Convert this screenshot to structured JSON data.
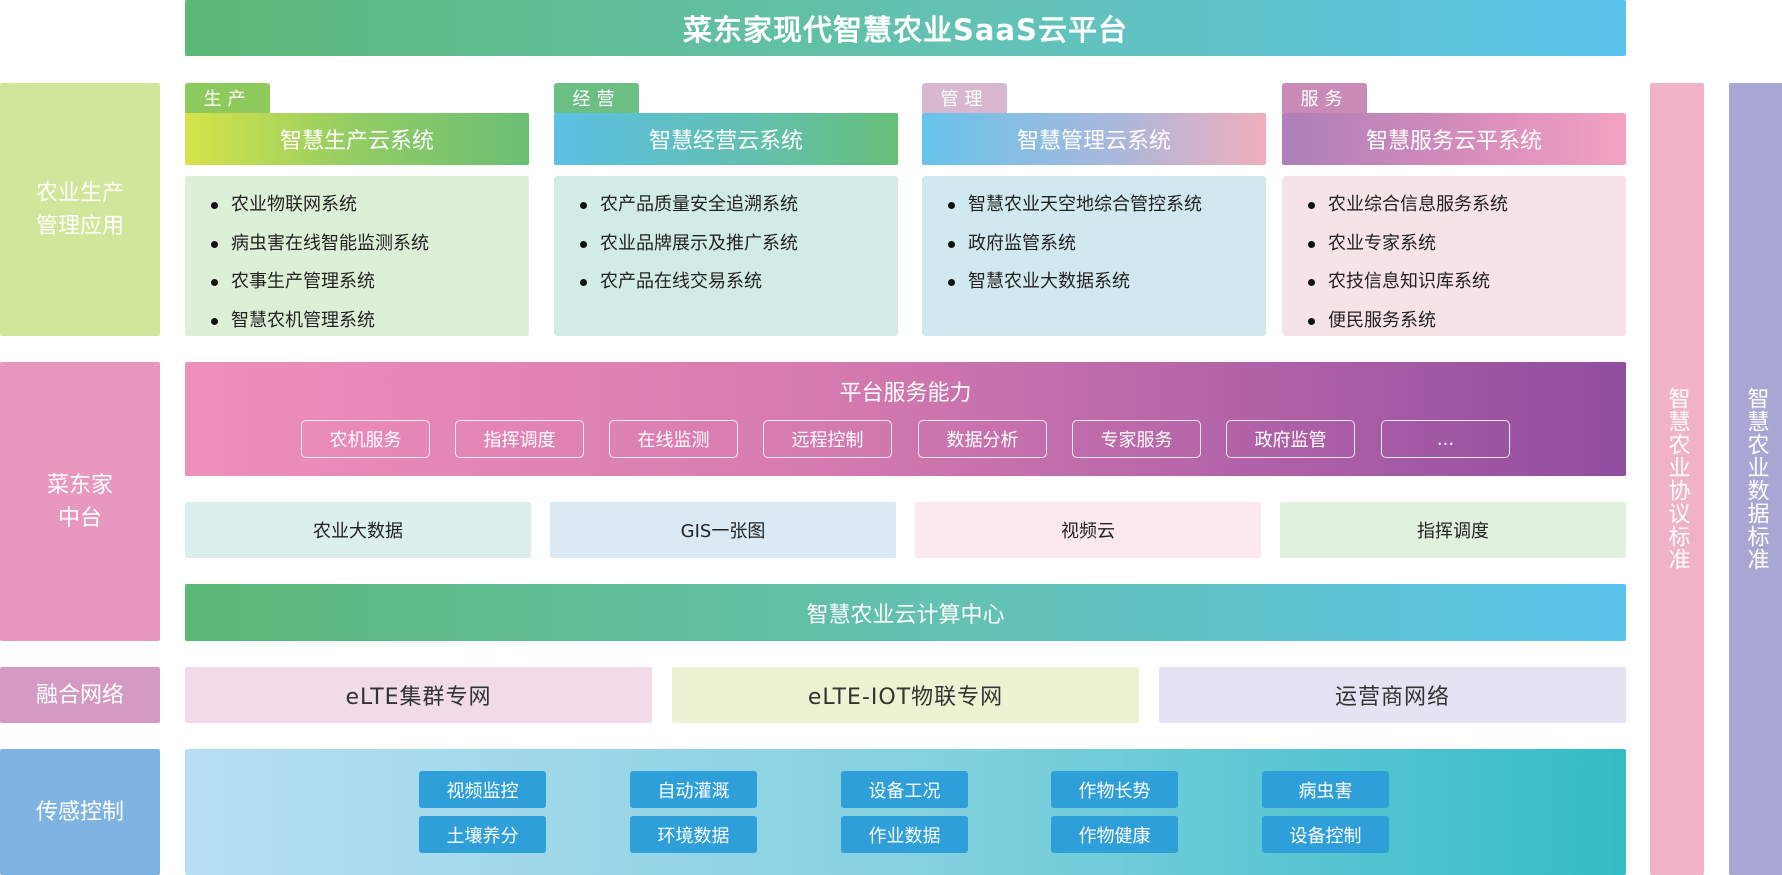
{
  "title": "菜东家现代智慧农业SaaS云平台",
  "left_labels": {
    "app_line1": "农业生产",
    "app_line2": "管理应用",
    "mid_line1": "菜东家",
    "mid_line2": "中台",
    "net": "融合网络",
    "sense": "传感控制"
  },
  "right_bars": {
    "protocol": "智慧农业协议标准",
    "data": "智慧农业数据标准"
  },
  "apps": [
    {
      "tab": "生产",
      "head": "智慧生产云系统",
      "items": [
        "农业物联网系统",
        "病虫害在线智能监测系统",
        "农事生产管理系统",
        "智慧农机管理系统"
      ]
    },
    {
      "tab": "经营",
      "head": "智慧经营云系统",
      "items": [
        "农产品质量安全追溯系统",
        "农业品牌展示及推广系统",
        "农产品在线交易系统"
      ]
    },
    {
      "tab": "管理",
      "head": "智慧管理云系统",
      "items": [
        "智慧农业天空地综合管控系统",
        "政府监管系统",
        "智慧农业大数据系统"
      ]
    },
    {
      "tab": "服务",
      "head": "智慧服务云平系统",
      "items": [
        "农业综合信息服务系统",
        "农业专家系统",
        "农技信息知识库系统",
        "便民服务系统"
      ]
    }
  ],
  "platform": {
    "title": "平台服务能力",
    "buttons": [
      "农机服务",
      "指挥调度",
      "在线监测",
      "远程控制",
      "数据分析",
      "专家服务",
      "政府监管",
      "..."
    ]
  },
  "middle": [
    "农业大数据",
    "GIS一张图",
    "视频云",
    "指挥调度"
  ],
  "cloud": "智慧农业云计算中心",
  "network": [
    "eLTE集群专网",
    "eLTE-IOT物联专网",
    "运营商网络"
  ],
  "sensing": {
    "row1": [
      "视频监控",
      "自动灌溉",
      "设备工况",
      "作物长势",
      "病虫害"
    ],
    "row2": [
      "土壤养分",
      "环境数据",
      "作业数据",
      "作物健康",
      "设备控制"
    ]
  }
}
